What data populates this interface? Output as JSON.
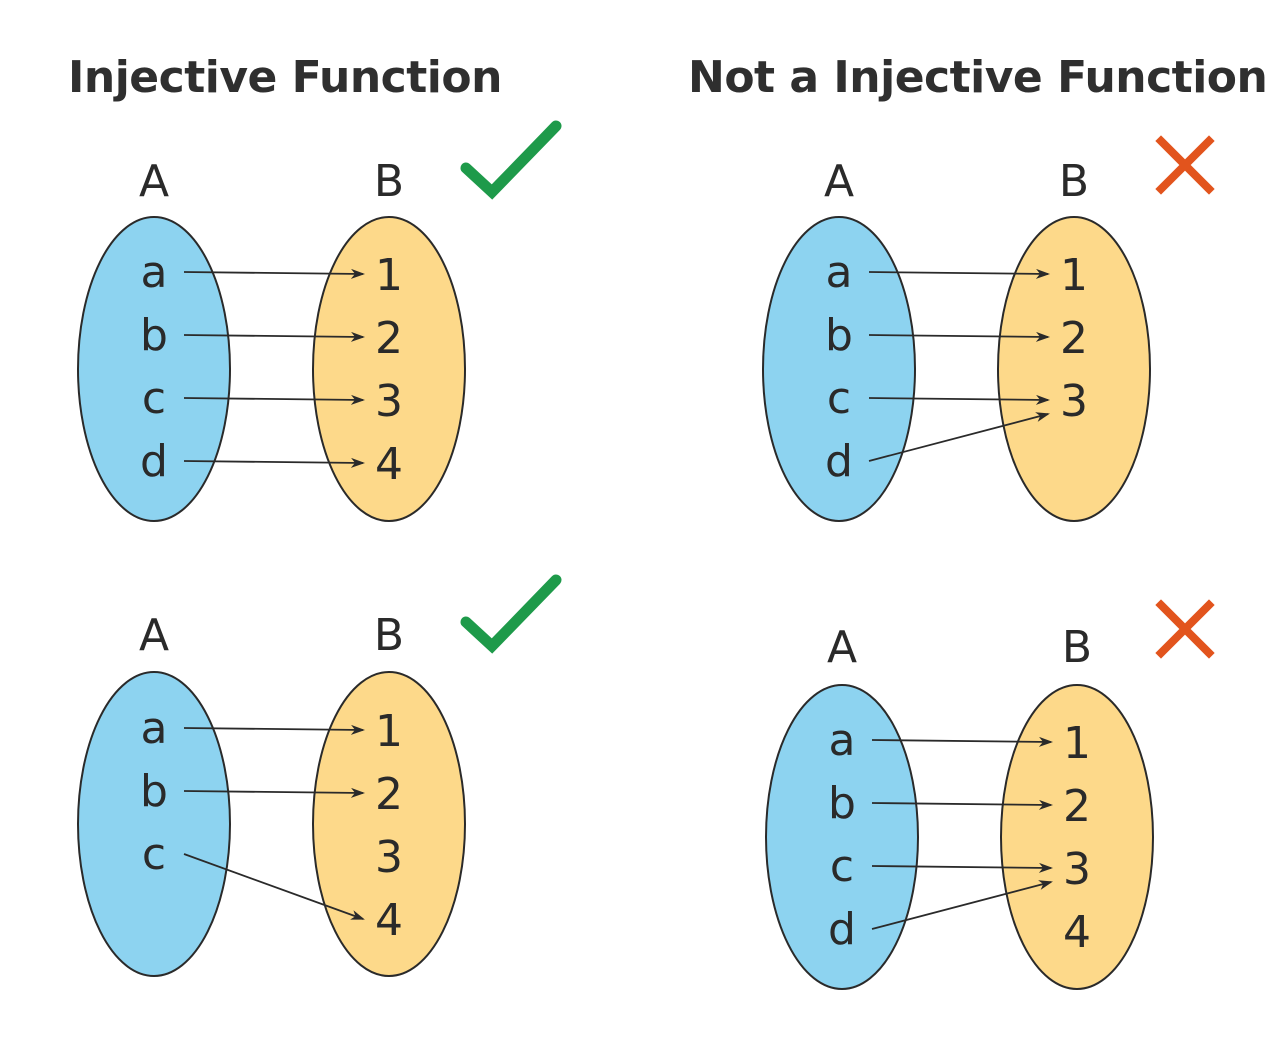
{
  "headings": {
    "left": "Injective Function",
    "right": "Not a Injective Function"
  },
  "colors": {
    "domain_fill": "#8dd3f0",
    "codomain_fill": "#fdd98a",
    "outline": "#2a2a2a",
    "check": "#1e9a4a",
    "cross": "#e2541d",
    "text": "#2a2a2a"
  },
  "panels": [
    {
      "id": "top-left",
      "verdict": "check",
      "set_a_label": "A",
      "set_b_label": "B",
      "domain": [
        "a",
        "b",
        "c",
        "d"
      ],
      "codomain": [
        "1",
        "2",
        "3",
        "4"
      ],
      "mapping": [
        [
          "a",
          "1"
        ],
        [
          "b",
          "2"
        ],
        [
          "c",
          "3"
        ],
        [
          "d",
          "4"
        ]
      ]
    },
    {
      "id": "top-right",
      "verdict": "cross",
      "set_a_label": "A",
      "set_b_label": "B",
      "domain": [
        "a",
        "b",
        "c",
        "d"
      ],
      "codomain": [
        "1",
        "2",
        "3"
      ],
      "mapping": [
        [
          "a",
          "1"
        ],
        [
          "b",
          "2"
        ],
        [
          "c",
          "3"
        ],
        [
          "d",
          "3"
        ]
      ]
    },
    {
      "id": "bottom-left",
      "verdict": "check",
      "set_a_label": "A",
      "set_b_label": "B",
      "domain": [
        "a",
        "b",
        "c"
      ],
      "codomain": [
        "1",
        "2",
        "3",
        "4"
      ],
      "mapping": [
        [
          "a",
          "1"
        ],
        [
          "b",
          "2"
        ],
        [
          "c",
          "4"
        ]
      ]
    },
    {
      "id": "bottom-right",
      "verdict": "cross",
      "set_a_label": "A",
      "set_b_label": "B",
      "domain": [
        "a",
        "b",
        "c",
        "d"
      ],
      "codomain": [
        "1",
        "2",
        "3",
        "4"
      ],
      "mapping": [
        [
          "a",
          "1"
        ],
        [
          "b",
          "2"
        ],
        [
          "c",
          "3"
        ],
        [
          "d",
          "3"
        ]
      ]
    }
  ]
}
